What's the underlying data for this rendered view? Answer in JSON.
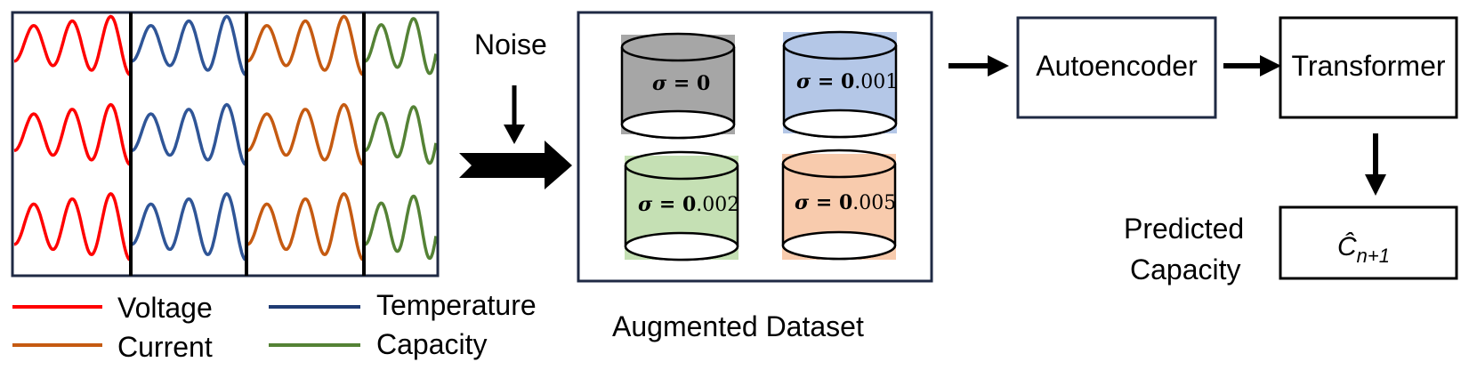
{
  "legend": {
    "items": [
      {
        "label": "Voltage",
        "color": "#ff0000"
      },
      {
        "label": "Temperature",
        "color": "#1f3b73"
      },
      {
        "label": "Current",
        "color": "#c55a11"
      },
      {
        "label": "Capacity",
        "color": "#548235"
      }
    ]
  },
  "signals": {
    "columns": [
      {
        "name": "voltage",
        "color": "#ff0000"
      },
      {
        "name": "temperature",
        "color": "#2f5597"
      },
      {
        "name": "current",
        "color": "#c55a11"
      },
      {
        "name": "capacity",
        "color": "#548235"
      }
    ],
    "rows": 3
  },
  "noise": {
    "label": "Noise"
  },
  "dataset": {
    "caption": "Augmented Dataset",
    "cylinders": [
      {
        "sigma_symbol": "σ = ",
        "sigma_bold": "0",
        "sigma_rest": "",
        "fill": "#a6a6a6"
      },
      {
        "sigma_symbol": "σ = ",
        "sigma_bold": "0",
        "sigma_rest": ".001",
        "fill": "#b4c7e7"
      },
      {
        "sigma_symbol": "σ = ",
        "sigma_bold": "0",
        "sigma_rest": ".002",
        "fill": "#c5e0b4"
      },
      {
        "sigma_symbol": "σ = ",
        "sigma_bold": "0",
        "sigma_rest": ".005",
        "fill": "#f8cbad"
      }
    ]
  },
  "autoencoder": {
    "label": "Autoencoder"
  },
  "transformer": {
    "label": "Transformer"
  },
  "prediction": {
    "label_line1": "Predicted",
    "label_line2": "Capacity",
    "symbol": "Ĉ",
    "subscript": "n+1"
  },
  "colors": {
    "frame": "#1f2a44",
    "arrow": "#000000"
  }
}
